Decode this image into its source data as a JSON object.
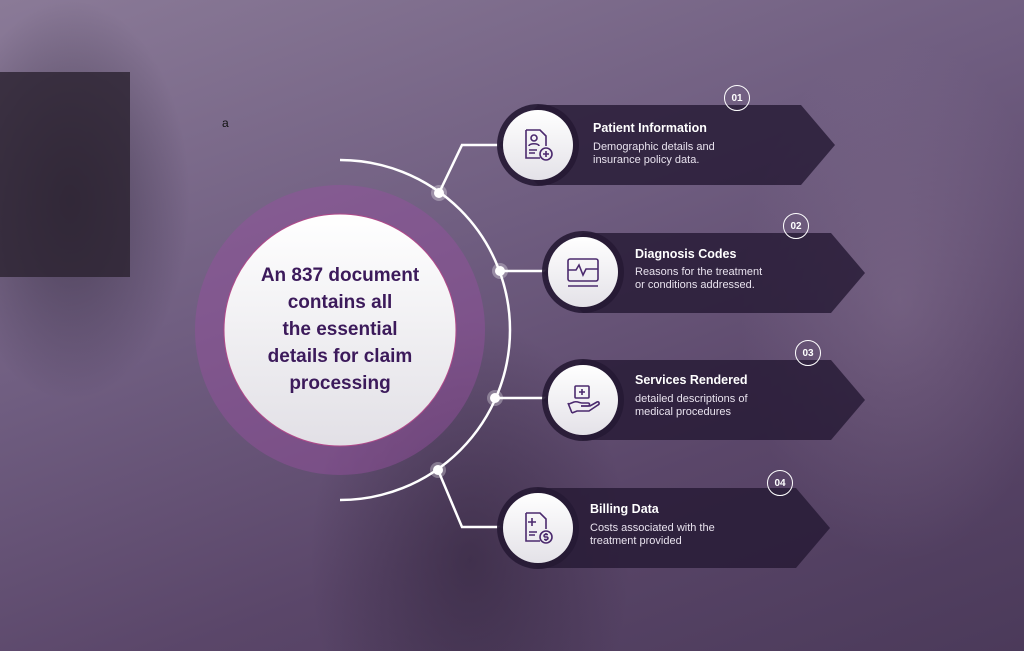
{
  "stray_text": "a",
  "center": {
    "lines": [
      "An 837 document",
      "contains all",
      "the essential",
      "details for claim",
      "processing"
    ]
  },
  "items": [
    {
      "number": "01",
      "title": "Patient Information",
      "desc": [
        "Demographic details and",
        "insurance policy data."
      ],
      "icon": "patient-document-icon"
    },
    {
      "number": "02",
      "title": "Diagnosis Codes",
      "desc": [
        "Reasons for the treatment",
        "or conditions addressed."
      ],
      "icon": "heartbeat-monitor-icon"
    },
    {
      "number": "03",
      "title": "Services Rendered",
      "desc": [
        "detailed descriptions of",
        "medical procedures"
      ],
      "icon": "medical-kit-hand-icon"
    },
    {
      "number": "04",
      "title": "Billing Data",
      "desc": [
        "Costs associated with the",
        "treatment provided"
      ],
      "icon": "billing-document-icon"
    }
  ],
  "colors": {
    "accent": "#3c1a5b",
    "card": "#261a34"
  }
}
